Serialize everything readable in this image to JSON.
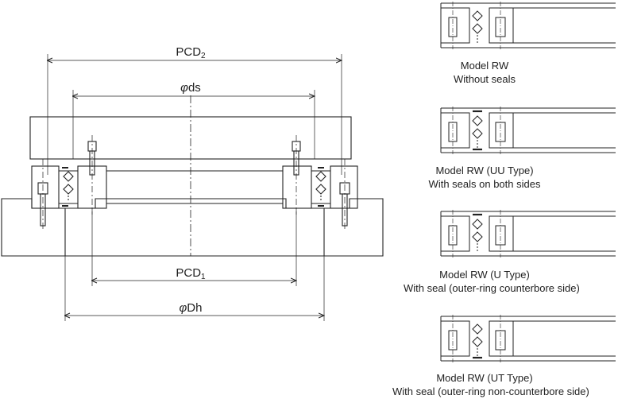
{
  "main_drawing": {
    "dimensions": {
      "pcd2": "PCD",
      "pcd2_sub": "2",
      "ds_symbol": "φ",
      "ds": "ds",
      "pcd1": "PCD",
      "pcd1_sub": "1",
      "dh_symbol": "φ",
      "dh": "Dh"
    }
  },
  "variants": [
    {
      "model": "Model RW",
      "description": "Without seals"
    },
    {
      "model": "Model RW (UU Type)",
      "description": "With seals on both sides"
    },
    {
      "model": "Model RW (U Type)",
      "description": "With seal (outer-ring counterbore side)"
    },
    {
      "model": "Model RW (UT Type)",
      "description": "With seal (outer-ring non-counterbore side)"
    }
  ],
  "colors": {
    "line": "#222222",
    "hatch": "#555555"
  }
}
